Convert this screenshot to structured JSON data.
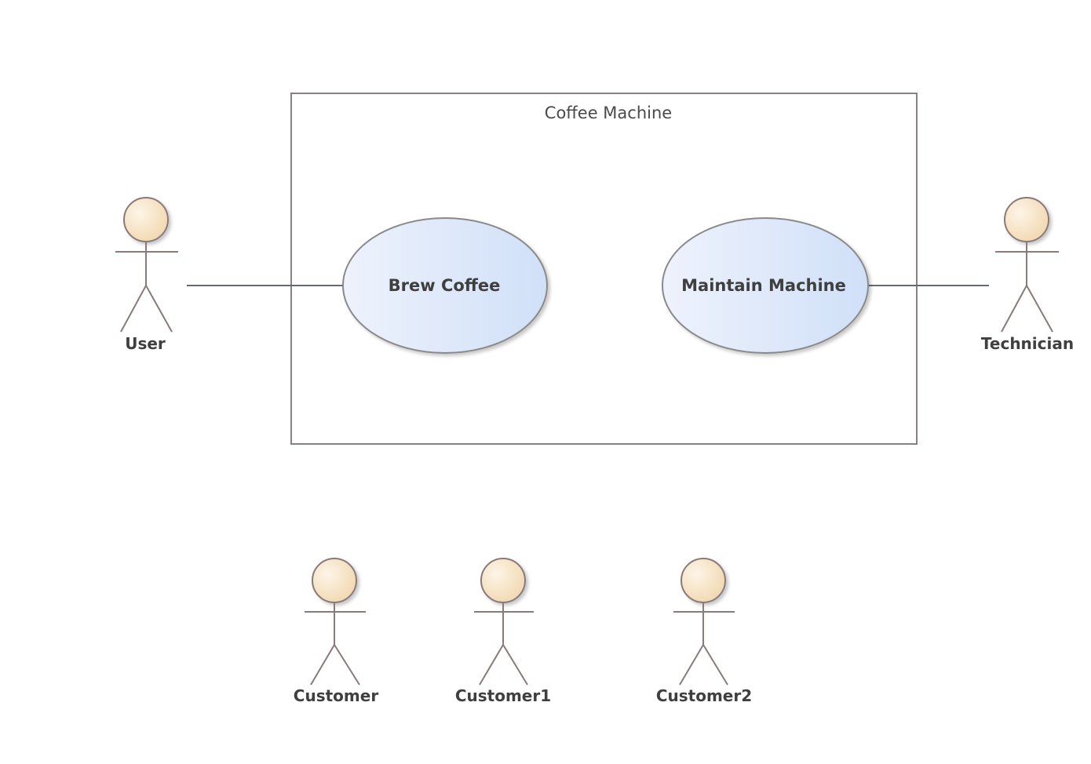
{
  "diagram": {
    "system_boundary": {
      "title": "Coffee Machine"
    },
    "use_cases": [
      {
        "label": "Brew Coffee"
      },
      {
        "label": "Maintain Machine"
      }
    ],
    "actors": [
      {
        "label": "User"
      },
      {
        "label": "Technician"
      },
      {
        "label": "Customer"
      },
      {
        "label": "Customer1"
      },
      {
        "label": "Customer2"
      }
    ],
    "colors": {
      "usecase_fill_start": "#eef2fc",
      "usecase_fill_end": "#d0e0f8",
      "actor_head_fill": "#f8e2c0",
      "boundary_stroke": "#8c7f82",
      "line": "#5f6a7c"
    }
  }
}
